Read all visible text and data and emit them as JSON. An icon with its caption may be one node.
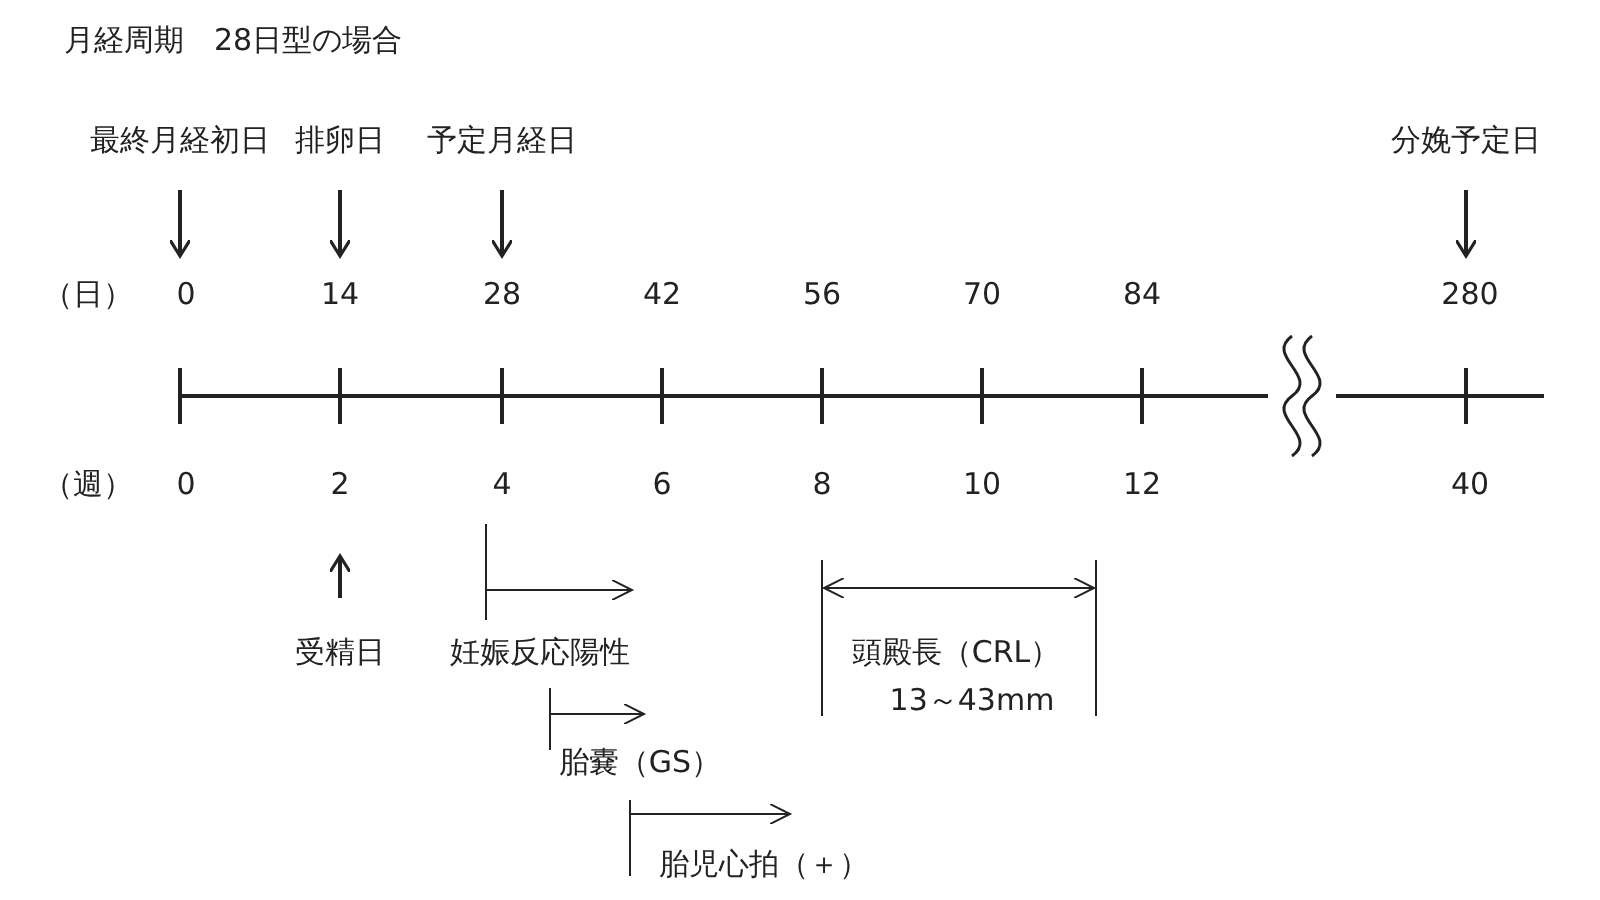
{
  "diagram": {
    "title": "月経周期　28日型の場合",
    "nodes": [
      {
        "text": [
          "最終月経初日"
        ]
      },
      {
        "text": [
          "排卵日"
        ]
      },
      {
        "text": [
          "予定月経日"
        ]
      },
      {
        "text": [
          "分娩予定日"
        ]
      },
      {
        "text": [
          "受精日"
        ]
      },
      {
        "text": [
          "0"
        ]
      },
      {
        "text": [
          "14"
        ]
      },
      {
        "text": [
          "28"
        ]
      },
      {
        "text": [
          "280"
        ]
      },
      {
        "text": [
          "2"
        ]
      }
    ],
    "edges": [
      {
        "from": 0,
        "to": 5,
        "arrow": "to"
      },
      {
        "from": 1,
        "to": 6,
        "arrow": "to"
      },
      {
        "from": 2,
        "to": 7,
        "arrow": "to"
      },
      {
        "from": 3,
        "to": 8,
        "arrow": "to"
      },
      {
        "from": 4,
        "to": 9,
        "arrow": "to"
      }
    ],
    "labels": [
      "（日）",
      "42",
      "56",
      "70",
      "84",
      "（週）",
      "0",
      "4",
      "6",
      "8",
      "10",
      "12",
      "40",
      "妊娠反応陽性",
      "頭殿長（CRL）",
      "13～43mm",
      "胎嚢（GS）",
      "胎児心拍（＋）"
    ]
  }
}
